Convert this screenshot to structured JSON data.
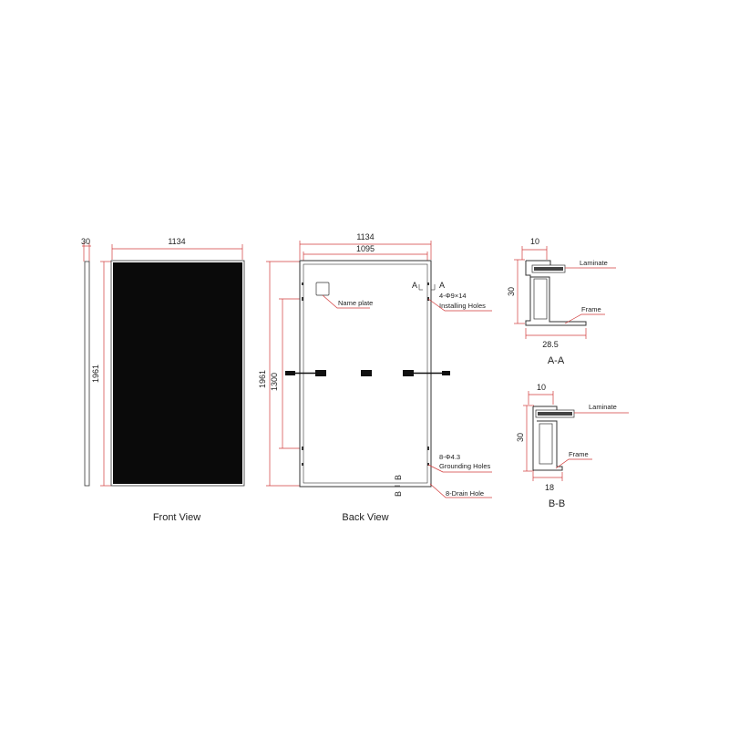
{
  "front_view": {
    "caption": "Front View",
    "dim_width": "1134",
    "dim_height": "1961",
    "dim_thickness": "30"
  },
  "back_view": {
    "caption": "Back View",
    "dim_outer_width": "1134",
    "dim_inner_width": "1095",
    "dim_height": "1961",
    "dim_hole_spacing": "1300",
    "nameplate_label": "Name plate",
    "section_a_left": "A",
    "section_a_right": "A",
    "installing_holes_spec": "4-Φ9×14",
    "installing_holes_label": "Installing Holes",
    "grounding_holes_spec": "8-Φ4.3",
    "grounding_holes_label": "Grounding Holes",
    "drain_hole_label": "8-Drain Hole",
    "section_b_left": "B",
    "section_b_right": "B"
  },
  "section_aa": {
    "caption": "A-A",
    "dim_top": "10",
    "dim_height": "30",
    "dim_bottom": "28.5",
    "laminate_label": "Laminate",
    "frame_label": "Frame"
  },
  "section_bb": {
    "caption": "B-B",
    "dim_top": "10",
    "dim_height": "30",
    "dim_bottom": "18",
    "laminate_label": "Laminate",
    "frame_label": "Frame"
  },
  "colors": {
    "panel_fill": "#0a0a0a",
    "dimension_red": "#d23b3b",
    "line": "#333333"
  }
}
